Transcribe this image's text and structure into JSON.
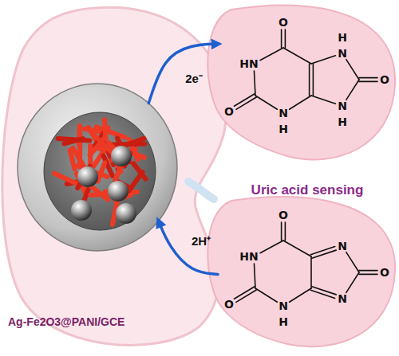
{
  "diagram": {
    "nodes": [
      {
        "text": [
          "Ag-Fe2O3@PANI/GCE"
        ]
      },
      {
        "text": [
          "O",
          "H",
          "N",
          "HN",
          "O",
          "N",
          "H",
          "O",
          "N",
          "H"
        ]
      },
      {
        "text": [
          "O",
          "N",
          "HN",
          "O",
          "N",
          "O",
          "N",
          "H"
        ]
      }
    ],
    "edges": [
      {
        "from": 0,
        "to": 1,
        "label": "2e⁻",
        "arrow": "to"
      },
      {
        "from": 2,
        "to": 0,
        "label": "2H⁺",
        "arrow": "to"
      }
    ],
    "labels": [
      "Uric acid sensing"
    ]
  }
}
